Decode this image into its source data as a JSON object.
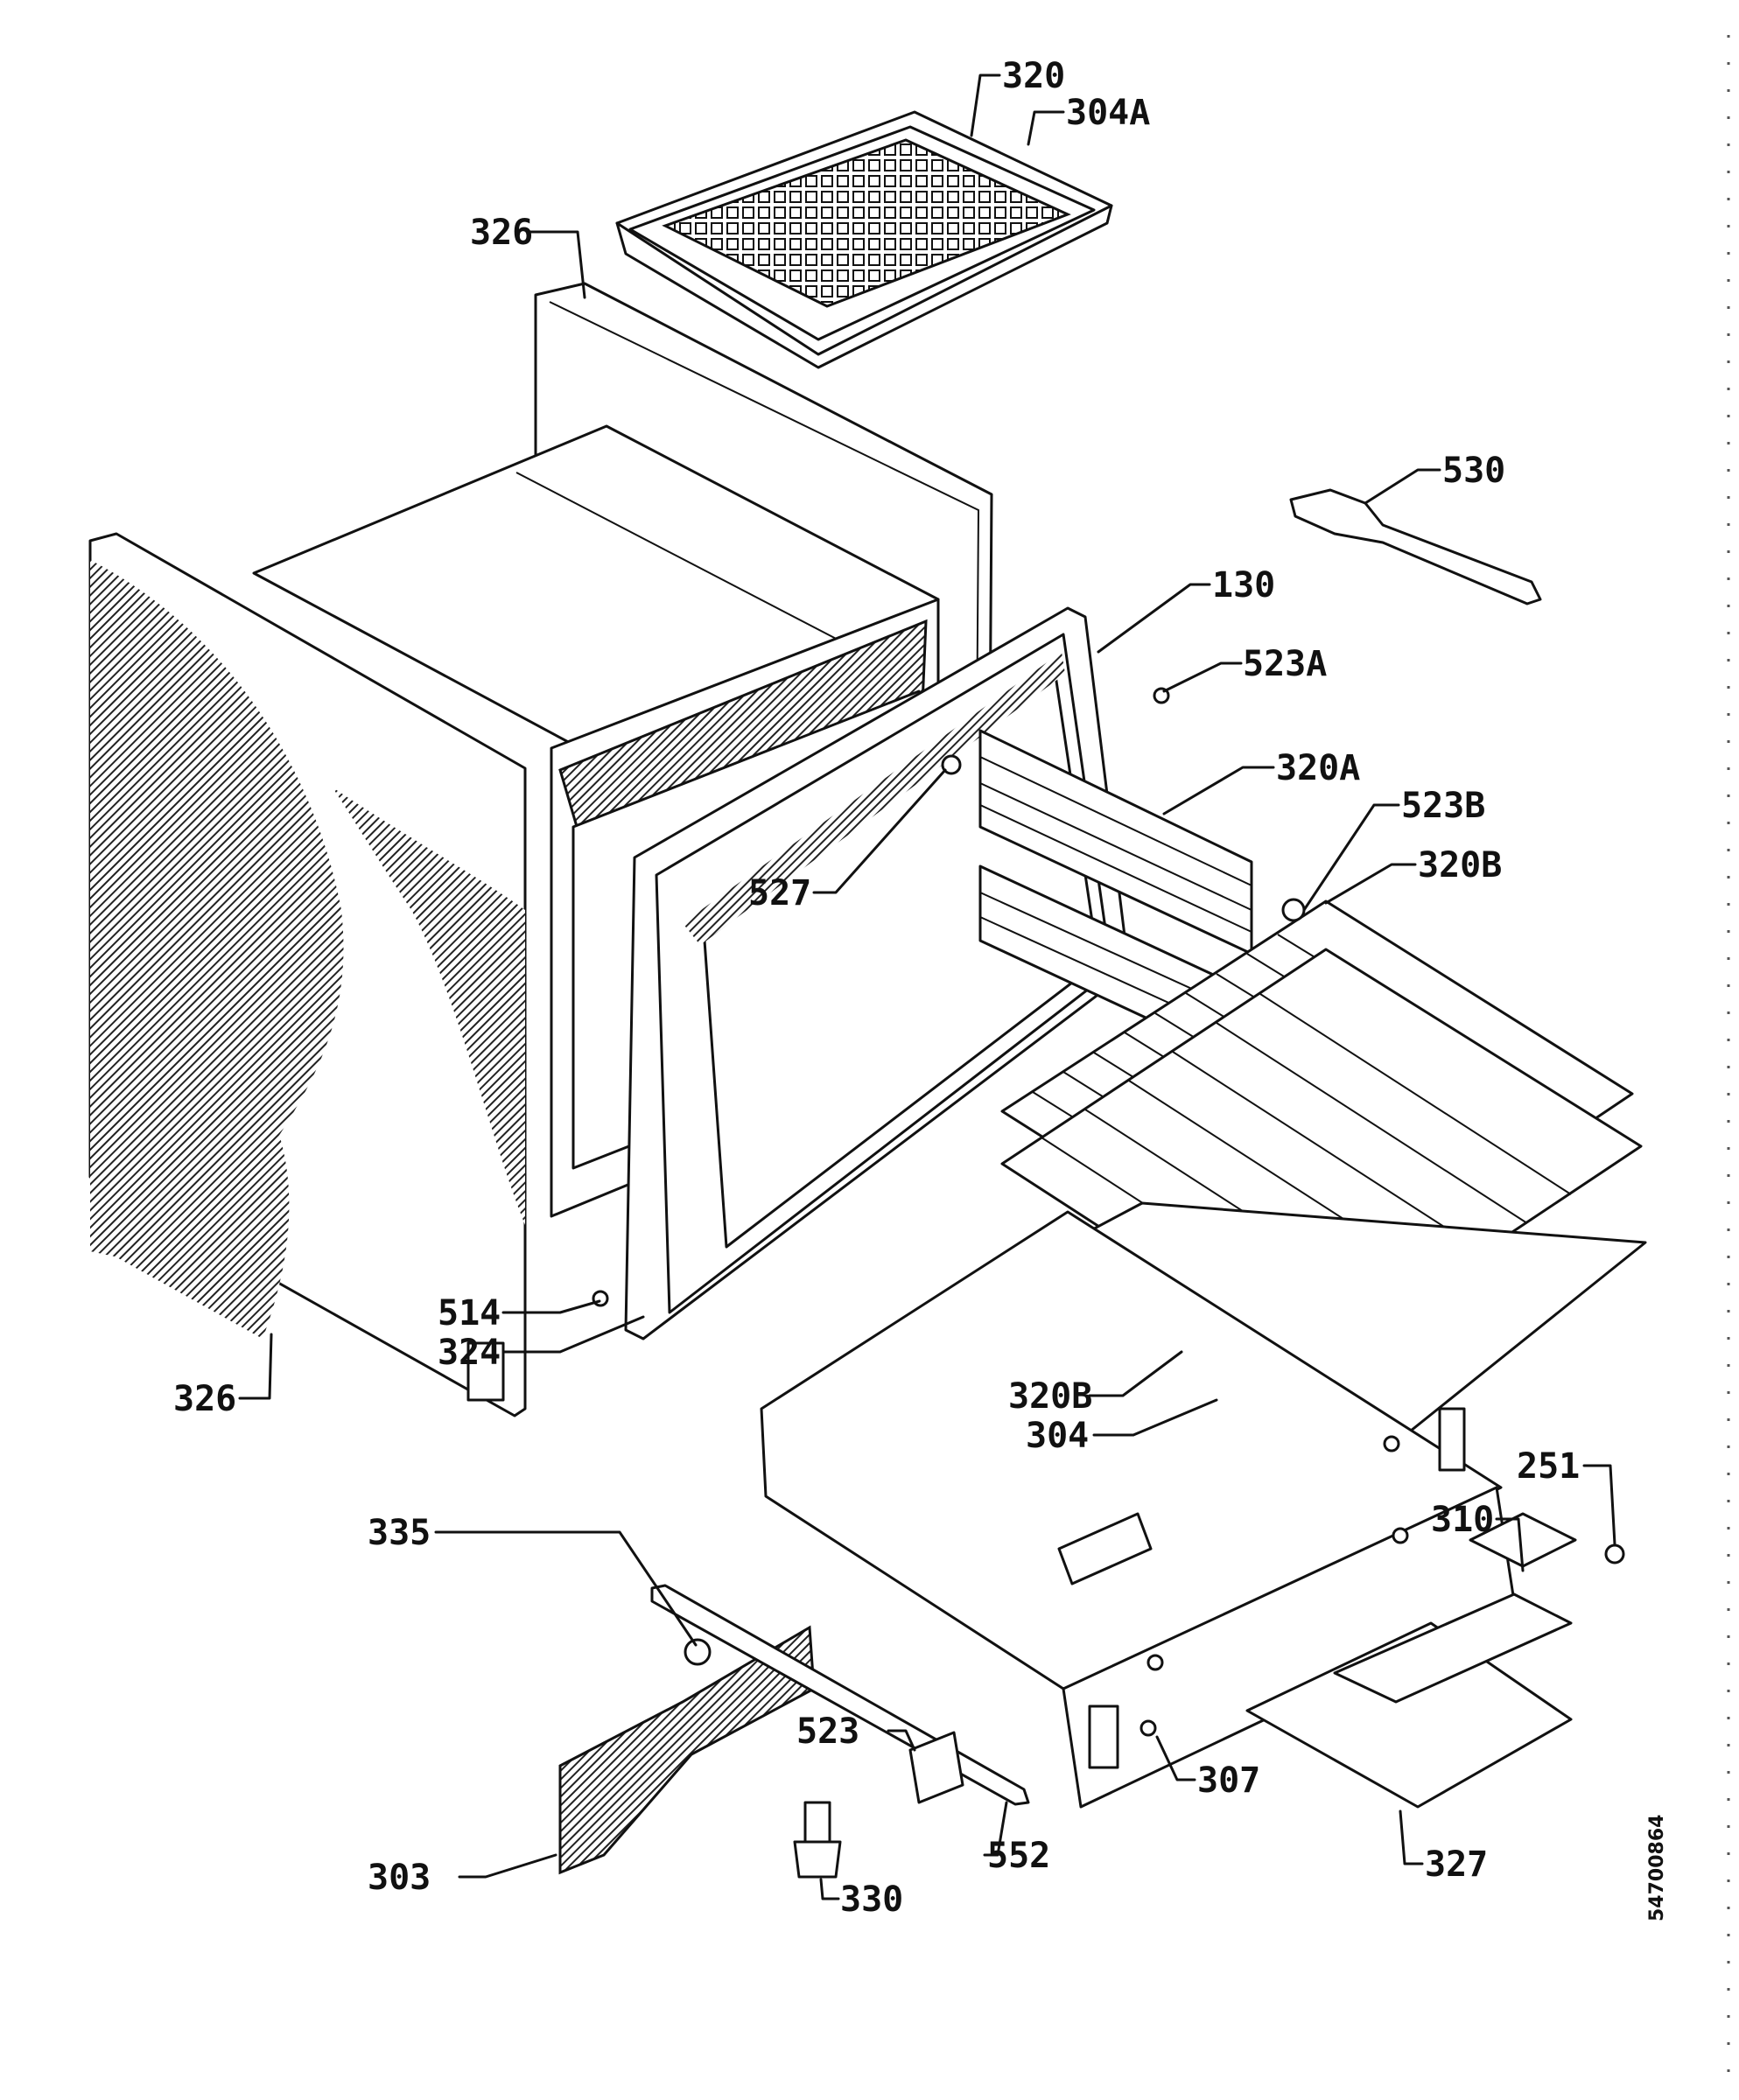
{
  "diagram": {
    "drawing_code": "54700864",
    "callouts": [
      {
        "id": "c320",
        "text": "320"
      },
      {
        "id": "c304A",
        "text": "304A"
      },
      {
        "id": "c326top",
        "text": "326"
      },
      {
        "id": "c530",
        "text": "530"
      },
      {
        "id": "c130",
        "text": "130"
      },
      {
        "id": "c523A",
        "text": "523A"
      },
      {
        "id": "c320A",
        "text": "320A"
      },
      {
        "id": "c523B",
        "text": "523B"
      },
      {
        "id": "c320B",
        "text": "320B"
      },
      {
        "id": "c527",
        "text": "527"
      },
      {
        "id": "c514",
        "text": "514"
      },
      {
        "id": "c324",
        "text": "324"
      },
      {
        "id": "c326bot",
        "text": "326"
      },
      {
        "id": "c320B2",
        "text": "320B"
      },
      {
        "id": "c304",
        "text": "304"
      },
      {
        "id": "c251",
        "text": "251"
      },
      {
        "id": "c310",
        "text": "310"
      },
      {
        "id": "c335",
        "text": "335"
      },
      {
        "id": "c523",
        "text": "523"
      },
      {
        "id": "c307",
        "text": "307"
      },
      {
        "id": "c303",
        "text": "303"
      },
      {
        "id": "c552",
        "text": "552"
      },
      {
        "id": "c327",
        "text": "327"
      },
      {
        "id": "c330",
        "text": "330"
      }
    ]
  }
}
